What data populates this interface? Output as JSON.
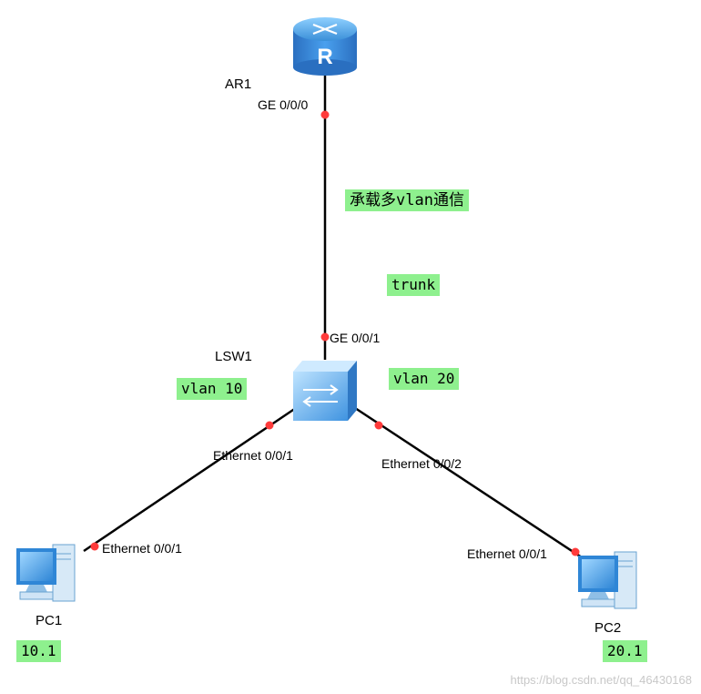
{
  "nodes": {
    "ar1": "AR1",
    "lsw1": "LSW1",
    "pc1": "PC1",
    "pc2": "PC2"
  },
  "ports": {
    "ar1_ge": "GE 0/0/0",
    "lsw1_ge": "GE 0/0/1",
    "lsw1_eth1": "Ethernet 0/0/1",
    "lsw1_eth2": "Ethernet 0/0/2",
    "pc1_eth": "Ethernet 0/0/1",
    "pc2_eth": "Ethernet 0/0/1"
  },
  "tags": {
    "multi_vlan": "承载多vlan通信",
    "trunk": "trunk",
    "vlan10": "vlan 10",
    "vlan20": "vlan 20",
    "pc1_ip": "10.1",
    "pc2_ip": "20.1"
  },
  "watermark": "https://blog.csdn.net/qq_46430168",
  "colors": {
    "link": "#000000",
    "port_dot": "#ff3b3b",
    "tag_bg": "#8ef08e",
    "device_blue": "#3a8fd8"
  }
}
